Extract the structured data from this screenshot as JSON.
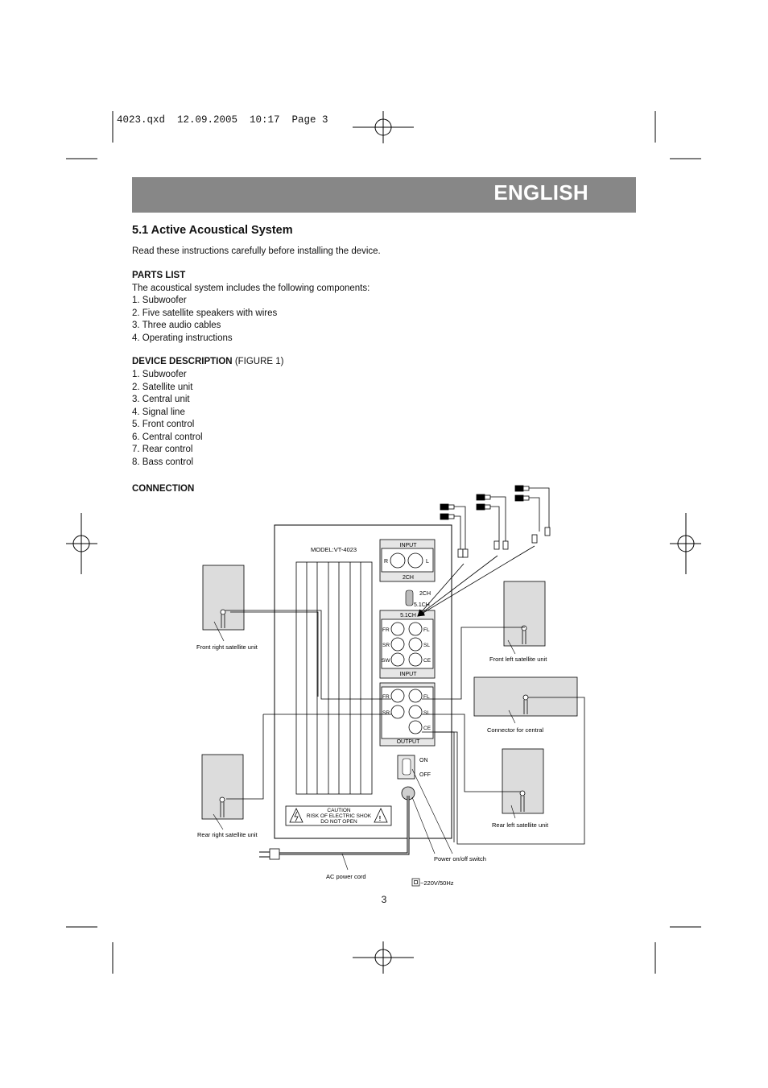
{
  "slug": {
    "text": "4023.qxd  12.09.2005  10:17  Page 3"
  },
  "banner": {
    "title": "ENGLISH"
  },
  "section": {
    "title": "5.1 Active Acoustical System",
    "intro": "Read these instructions carefully before installing the device."
  },
  "parts_list": {
    "heading": "PARTS LIST",
    "lead": "The acoustical system includes the following components:",
    "items": [
      "1. Subwoofer",
      "2. Five satellite speakers with wires",
      "3. Three audio cables",
      "4. Operating instructions"
    ]
  },
  "device_description": {
    "heading": "DEVICE DESCRIPTION",
    "note": "(FIGURE 1)",
    "items": [
      "1. Subwoofer",
      "2. Satellite unit",
      "3. Central unit",
      "4. Signal line",
      "5. Front control",
      "6. Central control",
      "7. Rear control",
      "8. Bass control"
    ]
  },
  "connection": {
    "heading": "CONNECTION"
  },
  "figure": {
    "model": "MODEL:VT-4023",
    "input_2ch": {
      "title": "INPUT",
      "r": "R",
      "l": "L",
      "footer": "2CH"
    },
    "mode_switch": {
      "top": "2CH",
      "bottom": "5.1CH"
    },
    "input_51": {
      "title": "5.1CH",
      "fr": "FR",
      "fl": "FL",
      "sr": "SR",
      "sl": "SL",
      "sw": "SW",
      "ce": "CE",
      "footer": "INPUT"
    },
    "output": {
      "fr": "FR",
      "fl": "FL",
      "sr": "SR",
      "sl": "SL",
      "ce": "CE",
      "footer": "OUTPUT"
    },
    "power": {
      "on": "ON",
      "off": "OFF"
    },
    "caution": {
      "line1": "CAUTION",
      "line2": "RISK OF ELECTRIC SHOK",
      "line3": "DO NOT OPEN"
    },
    "labels": {
      "front_right": "Front right satellite unit",
      "front_left": "Front left satellite unit",
      "central": "Connector for central",
      "rear_right": "Rear right satellite unit",
      "rear_left": "Rear left satellite unit",
      "power_switch": "Power on/off switch",
      "ac_cord": "AC power cord",
      "voltage": "~220V/50Hz"
    }
  },
  "page_number": "3"
}
